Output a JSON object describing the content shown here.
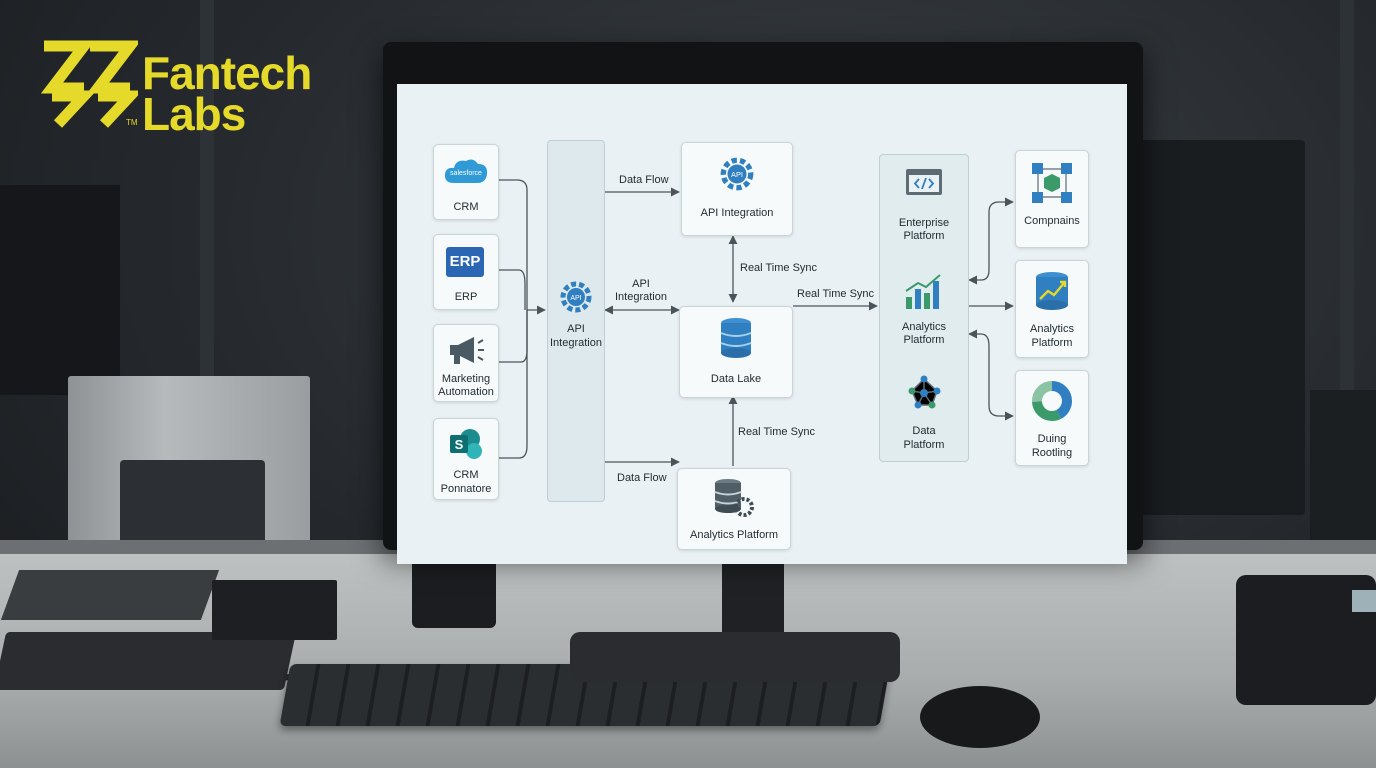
{
  "logo": {
    "line1": "Fantech",
    "line2": "Labs",
    "mark_small": "TM",
    "brand_color": "#e5da2a"
  },
  "diagram": {
    "sources": [
      {
        "label": "CRM",
        "icon": "salesforce-logo",
        "icon_text": "salesforce"
      },
      {
        "label": "ERP",
        "icon": "erp-icon",
        "icon_text": "ERP"
      },
      {
        "label_line1": "Marketing",
        "label_line2": "Automation",
        "icon": "megaphone-icon"
      },
      {
        "label_line1": "CRM",
        "label_line2": "Ponnatore",
        "icon": "sharepoint-icon",
        "icon_text": "S"
      }
    ],
    "hub": {
      "label_line1": "API",
      "label_line2": "Integration",
      "icon": "api-gear-icon",
      "icon_text": "API"
    },
    "api_top": {
      "label": "API Integration",
      "icon": "api-gear-icon",
      "icon_text": "API"
    },
    "data_lake": {
      "label": "Data Lake",
      "icon": "database-icon"
    },
    "analytics_bottom": {
      "label": "Analytics Platform",
      "icon": "database-gear-icon"
    },
    "platform_column": [
      {
        "label_line1": "Enterprise",
        "label_line2": "Platform",
        "icon": "code-window-icon"
      },
      {
        "label_line1": "Analytics",
        "label_line2": "Platform",
        "icon": "bar-chart-icon"
      },
      {
        "label_line1": "Data",
        "label_line2": "Platform",
        "icon": "network-icon"
      }
    ],
    "outputs": [
      {
        "label": "Compnains",
        "icon": "cube-nodes-icon"
      },
      {
        "label_line1": "Analytics",
        "label_line2": "Platform",
        "icon": "analytics-cylinder-icon"
      },
      {
        "label_line1": "Duing",
        "label_line2": "Rootling",
        "icon": "donut-chart-icon"
      }
    ],
    "edge_labels": {
      "data_flow_top": "Data Flow",
      "data_flow_bottom": "Data Flow",
      "api_line1": "API",
      "api_line2": "Integration",
      "sync_top": "Real Time Sync",
      "sync_right": "Real Time Sync",
      "sync_bottom": "Real Time Sync"
    }
  }
}
